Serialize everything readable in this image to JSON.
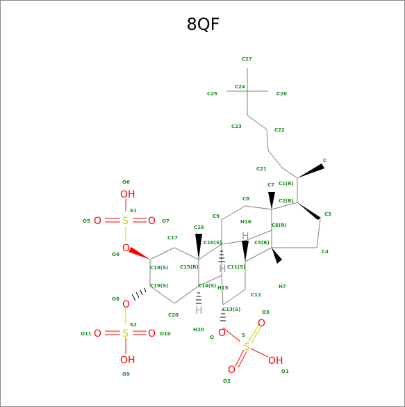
{
  "title": "8QF",
  "colors": {
    "carbon": "#808080",
    "oxygen": "#ff0000",
    "sulfur": "#cccc00",
    "label": "#1a8a1a"
  },
  "atom_labels": {
    "C27": "C27",
    "C24": "C24",
    "C25": "C25",
    "C26": "C26",
    "C23": "C23",
    "C22": "C22",
    "C21": "C21",
    "C": "C",
    "C7": "C7",
    "C1": "C1(R)",
    "C2": "C2(R)",
    "C3": "C3",
    "C4": "C4",
    "C6": "C6(R)",
    "C5": "C5(R)",
    "C8": "C8",
    "C9": "C9",
    "H16": "H16",
    "C10": "C10(S)",
    "C16": "C16",
    "C17": "C17",
    "C15": "C15(R)",
    "C11": "C11(S)",
    "C14": "C14(S)",
    "H15": "H15",
    "C12": "C12",
    "H7": "H7",
    "C13": "C13(S)",
    "C18": "C18(S)",
    "C19": "C19(S)",
    "C20": "C20",
    "H20": "H20",
    "O6": "O6",
    "S1": "S1",
    "O5": "O5",
    "O7": "O7",
    "O4": "O4",
    "O8": "O8",
    "S2": "S2",
    "O11": "O11",
    "O10": "O10",
    "O9": "O9",
    "O": "O",
    "S": "S",
    "O3": "O3",
    "O2": "O2",
    "O1": "O1"
  },
  "glyphs": {
    "oh1": "OH",
    "o5": "O",
    "s1": "S",
    "o7": "O",
    "o4": "O",
    "o8": "O",
    "s2": "S",
    "o11": "O",
    "o10": "O",
    "oh9": "OH",
    "o": "O",
    "s": "S",
    "o3": "O",
    "o2": "O",
    "oh1b": "OH",
    "h16": "H",
    "h15": "H",
    "h20": "H"
  }
}
